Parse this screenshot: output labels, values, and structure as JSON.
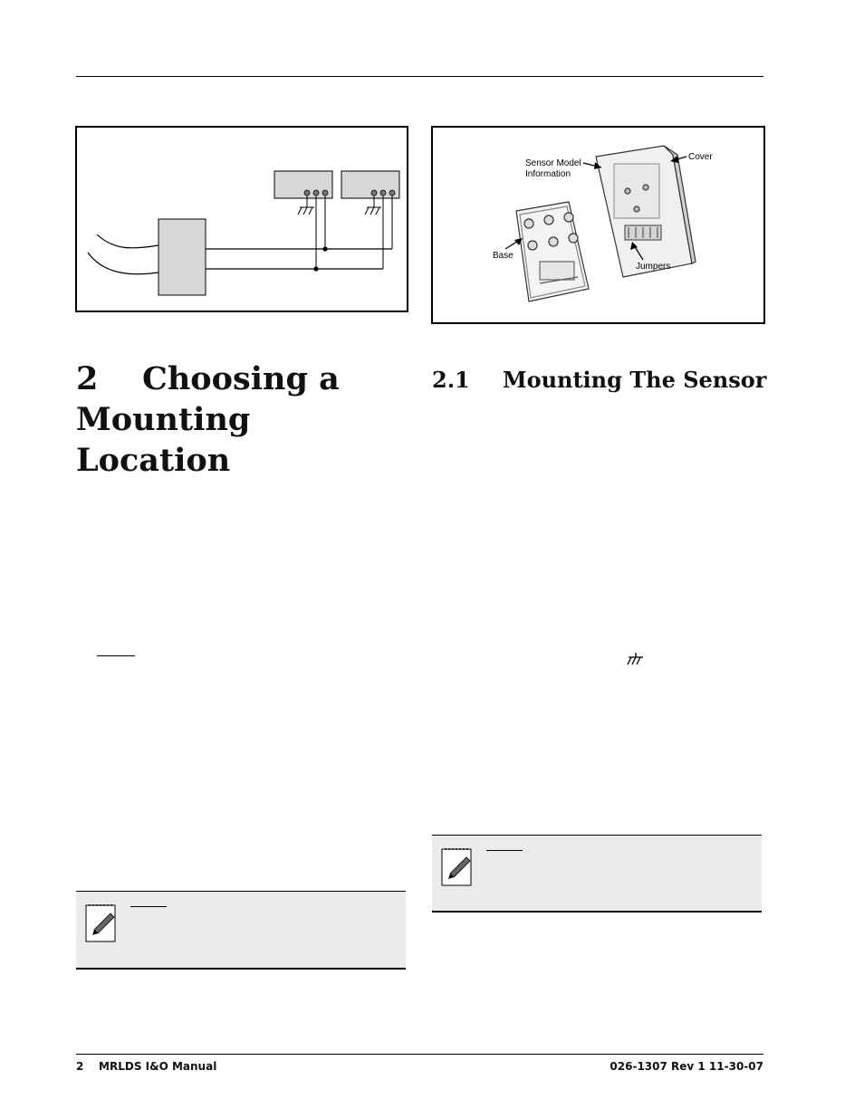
{
  "section": {
    "number": "2",
    "title": "Choosing a Mounting Location"
  },
  "subsection": {
    "number": "2.1",
    "title": "Mounting The Sensor"
  },
  "sensor_figure": {
    "labels": {
      "model_info_line1": "Sensor Model",
      "model_info_line2": "Information",
      "cover": "Cover",
      "base": "Base",
      "jumpers": "Jumpers"
    }
  },
  "footer": {
    "left": "2    MRLDS I&O Manual",
    "right": "026-1307 Rev 1 11-30-07"
  }
}
